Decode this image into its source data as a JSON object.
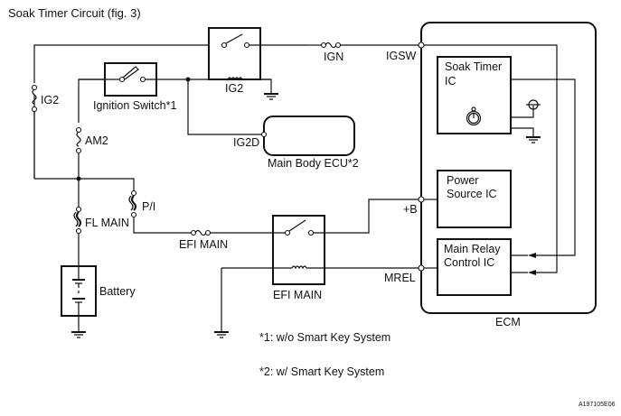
{
  "title": "Soak Timer Circuit (fig. 3)",
  "components": {
    "ignition_switch": {
      "label": "Ignition Switch*1"
    },
    "ig2_relay": {
      "label": "IG2"
    },
    "ig2_fuse": {
      "label": "IG2"
    },
    "ign_fuse": {
      "label": "IGN"
    },
    "am2_fuse": {
      "label": "AM2"
    },
    "fl_main_fuse": {
      "label": "FL MAIN"
    },
    "pi_fuse": {
      "label": "P/I"
    },
    "efi_main_fuse": {
      "label": "EFI MAIN"
    },
    "efi_main_relay": {
      "label": "EFI MAIN"
    },
    "battery": {
      "label": "Battery"
    },
    "main_body_ecu": {
      "label": "Main Body ECU*2",
      "terminal": "IG2D"
    },
    "ecm": {
      "label": "ECM",
      "terminals": {
        "igsw": "IGSW",
        "plus_b": "+B",
        "mrel": "MREL"
      },
      "soak_timer_ic": {
        "line1": "Soak Timer",
        "line2": "IC"
      },
      "power_source_ic": {
        "line1": "Power",
        "line2": "Source IC"
      },
      "main_relay_control_ic": {
        "line1": "Main Relay",
        "line2": "Control IC"
      }
    }
  },
  "notes": [
    "*1: w/o Smart Key System",
    "*2: w/ Smart Key System"
  ],
  "figure_id": "A197105E06"
}
